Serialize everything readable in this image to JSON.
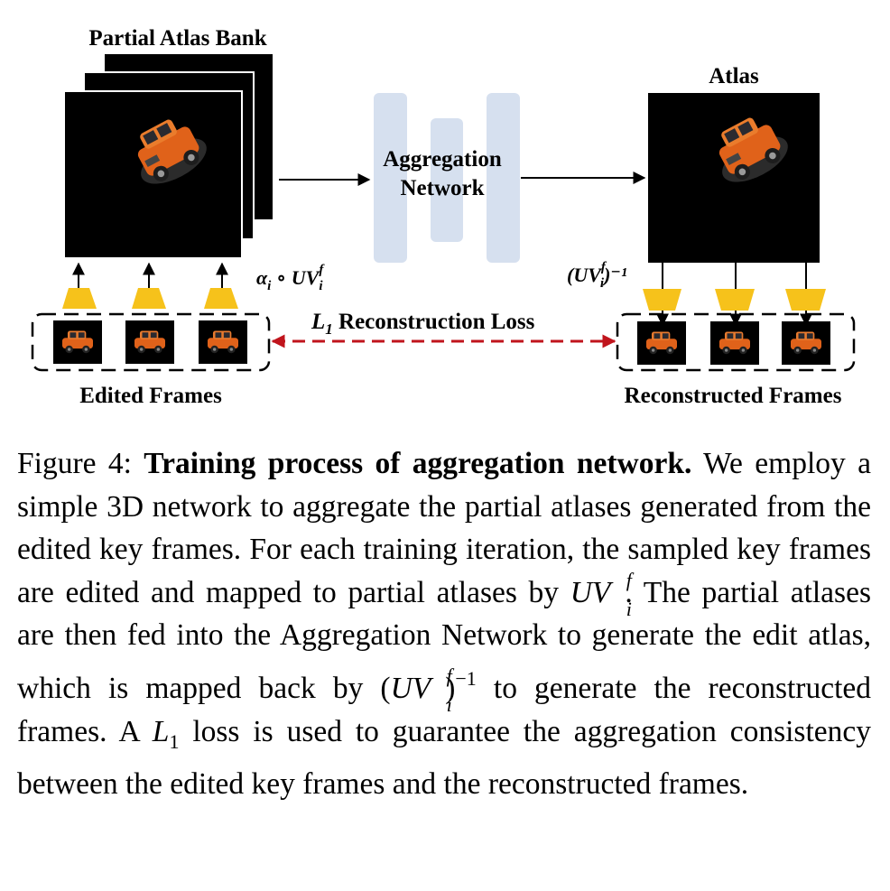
{
  "diagram": {
    "partial_atlas_bank_label": "Partial Atlas Bank",
    "aggregation_network_line1": "Aggregation",
    "aggregation_network_line2": "Network",
    "atlas_label": "Atlas",
    "alpha_uv_main": "α",
    "alpha_uv_sub": "i",
    "alpha_uv_op": " ∘ UV",
    "alpha_uv_sup": "f",
    "alpha_uv_sub2": "i",
    "inv_uv_main": "(UV",
    "inv_uv_sup": "f",
    "inv_uv_sub": "i",
    "inv_uv_tail": ")⁻¹",
    "loss_L": "L",
    "loss_sub": "1",
    "loss_text": " Reconstruction Loss",
    "edited_frames_label": "Edited Frames",
    "reconstructed_frames_label": "Reconstructed Frames",
    "colors": {
      "network_block": "#d6e0ef",
      "trapezoid": "#f6c21b",
      "loss_arrow": "#c0141c",
      "atlas_bg": "#000000",
      "car": "#e0621a"
    }
  },
  "caption": {
    "figure_label": "Figure 4:",
    "title": "Training process of aggregation network.",
    "text1": "We employ a simple 3D network to aggregate the partial atlases generated from the edited key frames. For each training iteration, the sampled key frames are edited and mapped to partial atlases by",
    "uv": "UV",
    "uv_sup": "f",
    "uv_sub": "i",
    "text2": ". The partial atlases are then fed into the Aggregation Network to generate the edit atlas, which is mapped back by (",
    "text3": ")",
    "inv_sup": "−1",
    "text4": "to generate the reconstructed frames.  A",
    "L": "L",
    "L_sub": "1",
    "text5": "loss is used to guarantee the aggregation consistency between the edited key frames and the reconstructed frames."
  }
}
